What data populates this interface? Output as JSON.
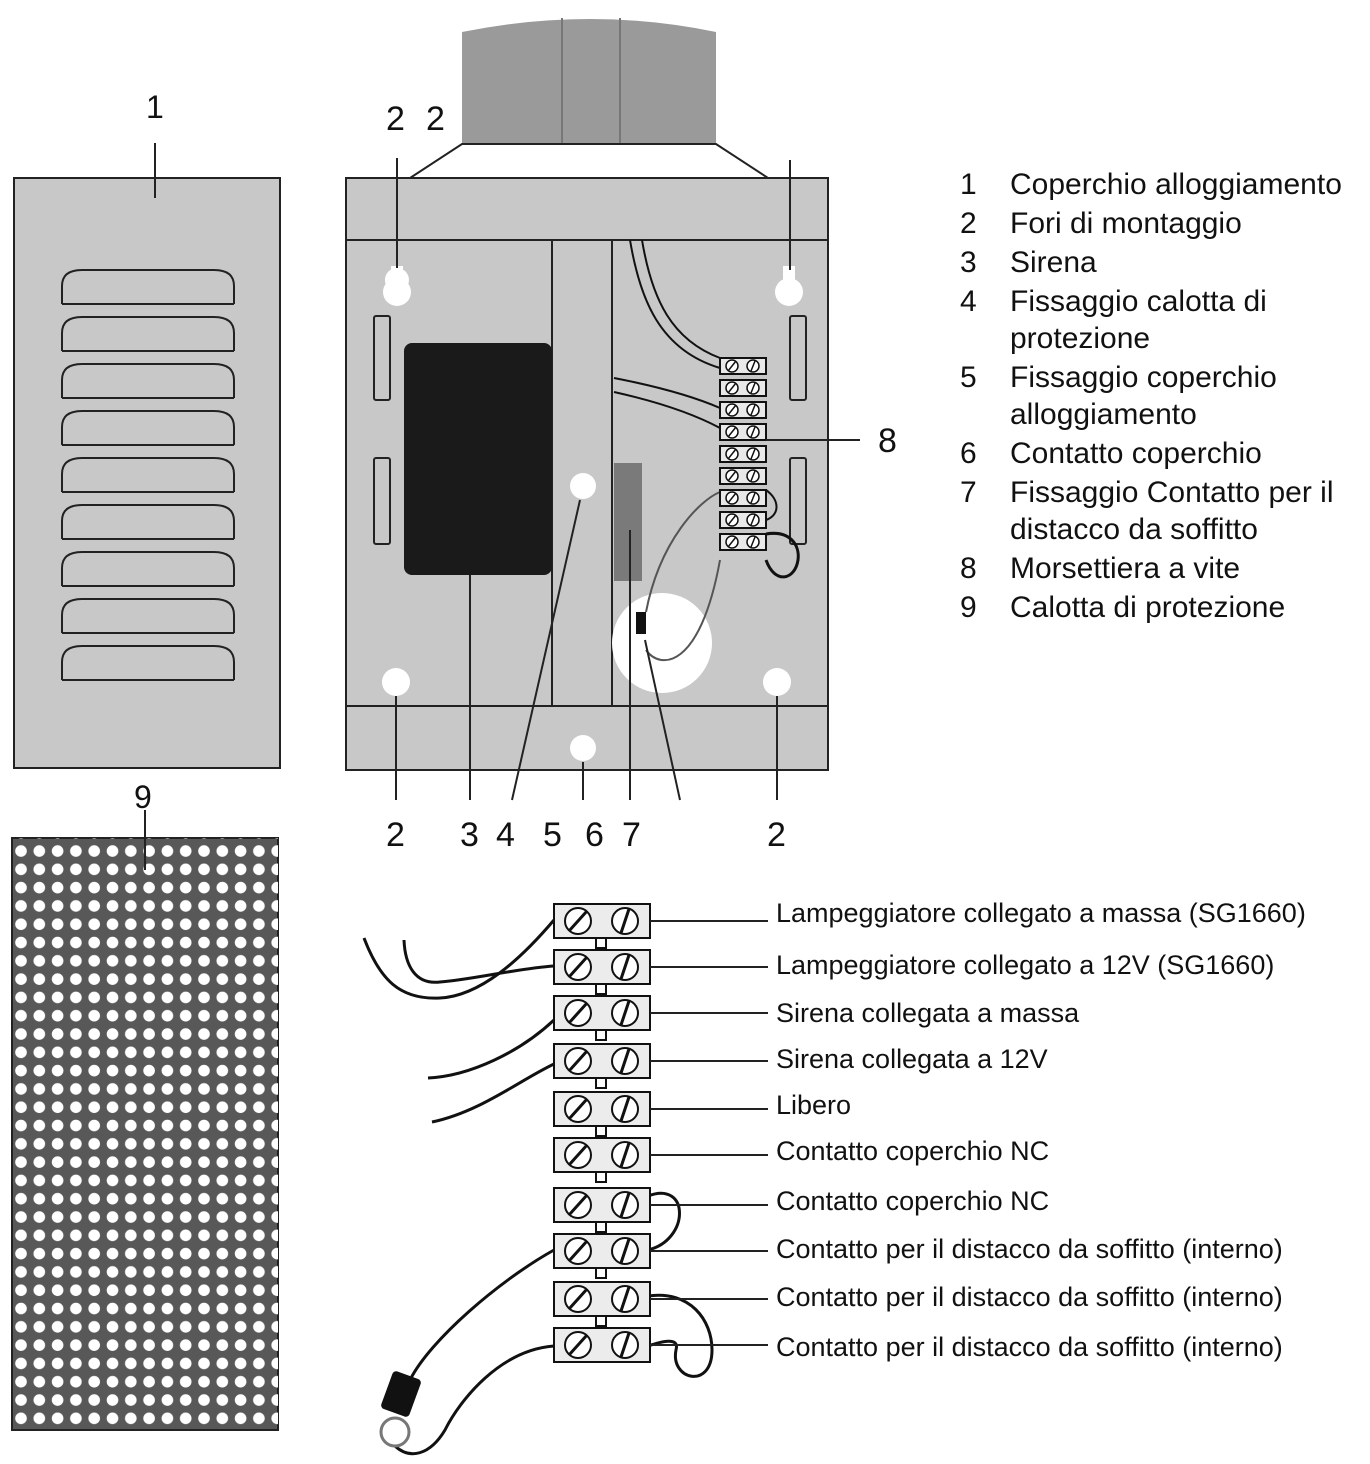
{
  "colors": {
    "panel": "#c8c8c8",
    "dark": "#1a1a1a",
    "body_gray": "#9a9a9a",
    "line": "#222222"
  },
  "callouts": {
    "cover": "1",
    "holes_top_left": "2",
    "holes_top_right": "2",
    "holes_bottom_left": "2",
    "siren": "3",
    "shield_fix": "4",
    "cover_fix": "5",
    "cover_contact": "6",
    "ceiling_contact_fix": "7",
    "holes_bottom_right": "2",
    "terminal": "8",
    "shield": "9"
  },
  "legend": [
    {
      "num": "1",
      "text": "Coperchio alloggiamento"
    },
    {
      "num": "2",
      "text": "Fori di montaggio"
    },
    {
      "num": "3",
      "text": "Sirena"
    },
    {
      "num": "4",
      "text": "Fissaggio calotta di protezione"
    },
    {
      "num": "5",
      "text": "Fissaggio coperchio alloggiamento"
    },
    {
      "num": "6",
      "text": "Contatto coperchio"
    },
    {
      "num": "7",
      "text": "Fissaggio Contatto per il distacco da soffitto"
    },
    {
      "num": "8",
      "text": "Morsettiera a vite"
    },
    {
      "num": "9",
      "text": "Calotta di protezione"
    }
  ],
  "terminals": [
    "Lampeggiatore collegato a massa (SG1660)",
    "Lampeggiatore collegato a 12V (SG1660)",
    "Sirena collegata a massa",
    "Sirena collegata a 12V",
    "Libero",
    "Contatto coperchio NC",
    "Contatto coperchio NC",
    "Contatto per il distacco da soffitto (interno)",
    "Contatto per il distacco da soffitto (interno)",
    "Contatto per il distacco da soffitto (interno)"
  ]
}
